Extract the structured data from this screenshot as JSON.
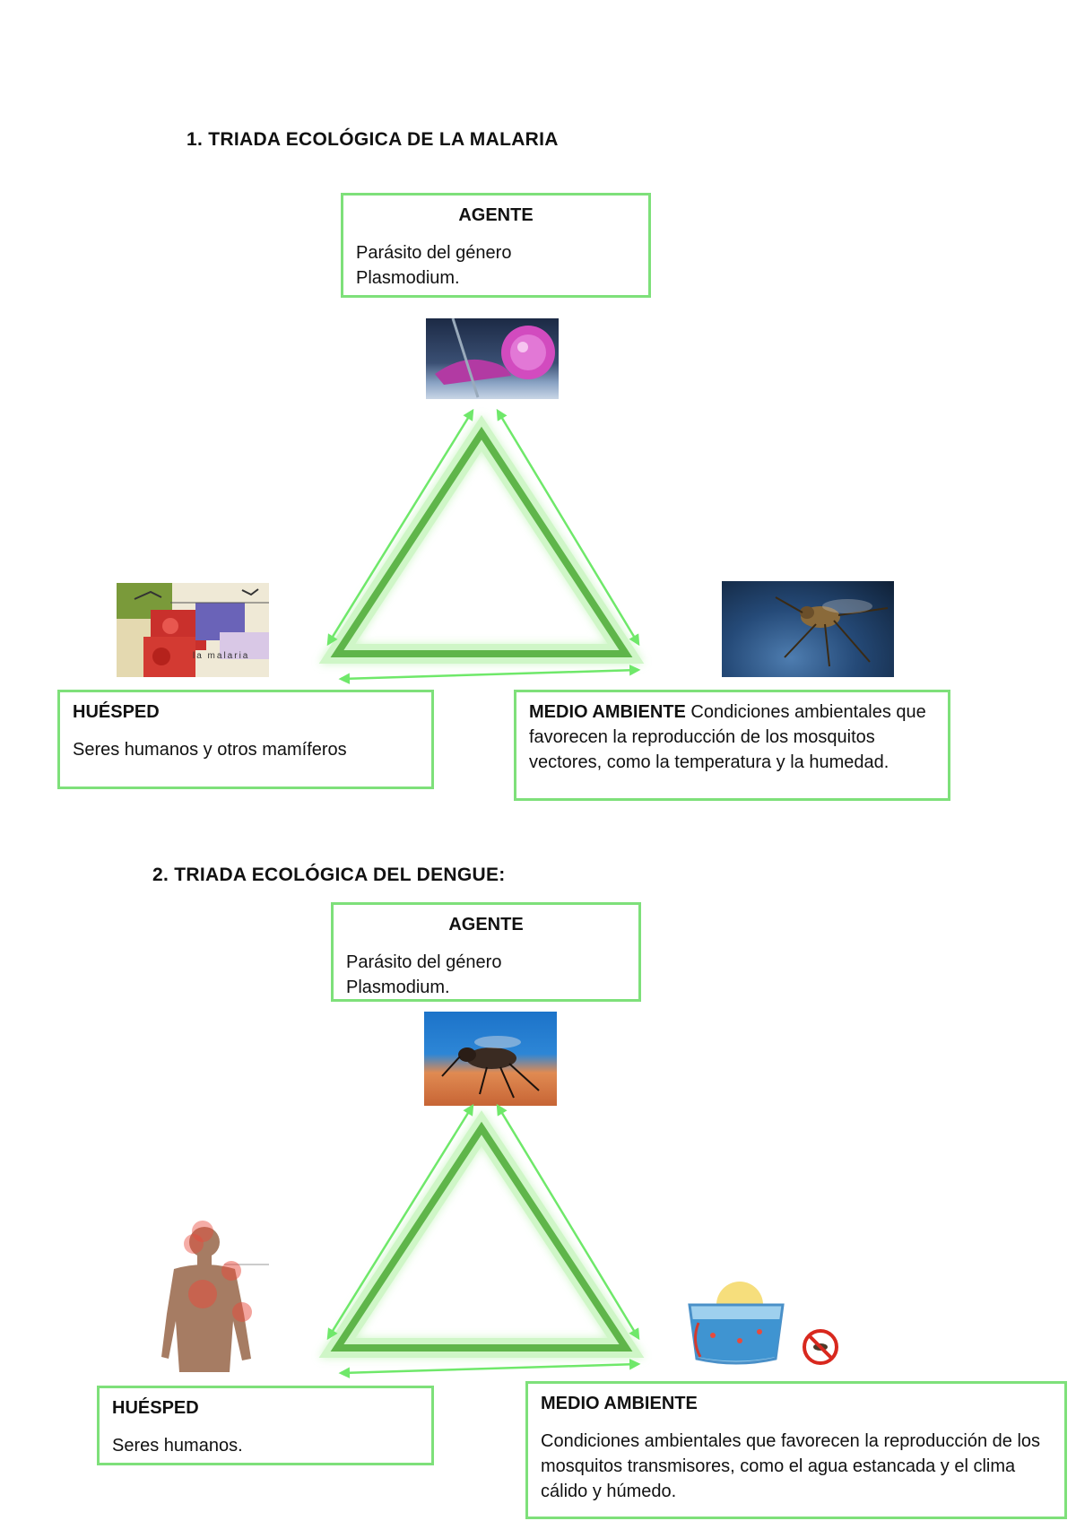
{
  "section1": {
    "heading": "1.   TRIADA ECOLÓGICA DE LA MALARIA",
    "agente": {
      "title": "AGENTE",
      "text": "Parásito del género Plasmodium."
    },
    "huesped": {
      "title": "HUÉSPED",
      "text": "Seres humanos y otros mamíferos"
    },
    "medio": {
      "title": "MEDIO AMBIENTE",
      "text": "Condiciones ambientales que favorecen la reproducción de los mosquitos vectores, como la temperatura y la humedad."
    },
    "poster_caption": "la malaria"
  },
  "section2": {
    "heading": "2. TRIADA ECOLÓGICA DEL DENGUE:",
    "agente": {
      "title": "AGENTE",
      "text": "Parásito del género Plasmodium."
    },
    "huesped": {
      "title": "HUÉSPED",
      "text": "Seres humanos."
    },
    "medio": {
      "title": "MEDIO AMBIENTE",
      "text": "Condiciones ambientales que favorecen la reproducción de los mosquitos transmisores, como el agua estancada y el clima cálido y húmedo."
    }
  },
  "colors": {
    "box_border": "#7ee07a",
    "triangle": "#5fb54a",
    "arrow": "#6fe86a"
  },
  "icons": [
    "parasite-image",
    "malaria-poster-image",
    "mosquito-image",
    "mosquito-on-skin-image",
    "human-body-image",
    "stagnant-water-image",
    "no-mosquito-icon"
  ]
}
